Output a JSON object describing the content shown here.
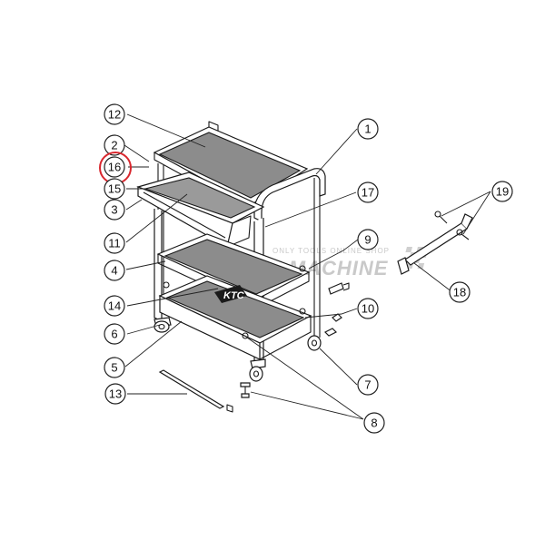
{
  "diagram": {
    "brand_label": "KTC",
    "watermark": {
      "main": "EHIME MACHINE",
      "sub": "ONLY TOOLS ONLINE SHOP"
    },
    "highlight_color": "#d9272e",
    "callouts": [
      {
        "id": "c1",
        "label": "1"
      },
      {
        "id": "c2",
        "label": "2"
      },
      {
        "id": "c3",
        "label": "3"
      },
      {
        "id": "c4",
        "label": "4"
      },
      {
        "id": "c5",
        "label": "5"
      },
      {
        "id": "c6",
        "label": "6"
      },
      {
        "id": "c7",
        "label": "7"
      },
      {
        "id": "c8",
        "label": "8"
      },
      {
        "id": "c9",
        "label": "9"
      },
      {
        "id": "c10",
        "label": "10"
      },
      {
        "id": "c11",
        "label": "11"
      },
      {
        "id": "c12",
        "label": "12"
      },
      {
        "id": "c13",
        "label": "13"
      },
      {
        "id": "c14",
        "label": "14"
      },
      {
        "id": "c15",
        "label": "15"
      },
      {
        "id": "c16",
        "label": "16",
        "highlighted": true
      },
      {
        "id": "c17",
        "label": "17"
      },
      {
        "id": "c18",
        "label": "18"
      },
      {
        "id": "c19",
        "label": "19"
      }
    ]
  }
}
